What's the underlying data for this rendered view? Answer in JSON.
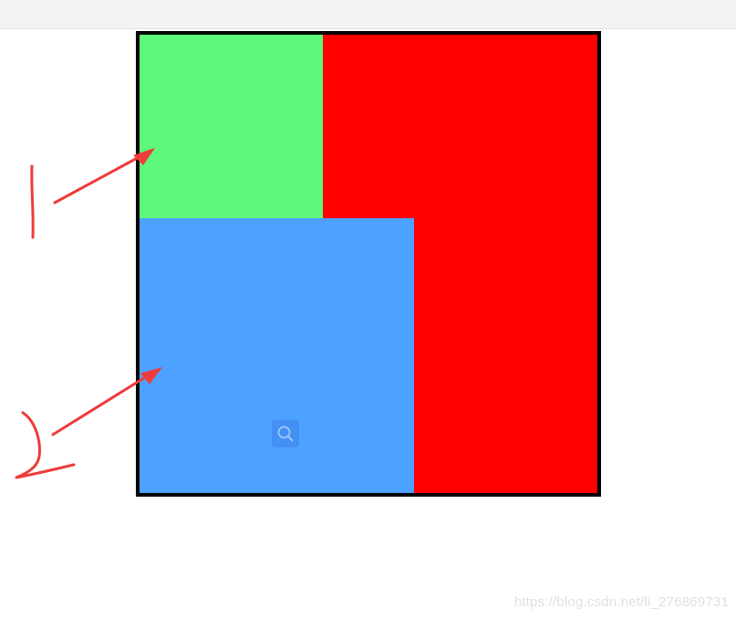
{
  "colors": {
    "topbar": "#f2f3f5",
    "container_border": "#000000",
    "container_fill": "#ff0000",
    "green_box": "#5ef87a",
    "blue_box": "#4da1ff",
    "annotation_ink": "#ee3b3b",
    "watermark_text": "#e1e1e1"
  },
  "icons": {
    "zoom": "magnifier-icon"
  },
  "annotations": {
    "mark_1": "handwritten numeral 1 with arrow to green box",
    "mark_2": "handwritten numeral 2 with arrow to blue box"
  },
  "watermark": {
    "text": "https://blog.csdn.net/li_276869731"
  }
}
